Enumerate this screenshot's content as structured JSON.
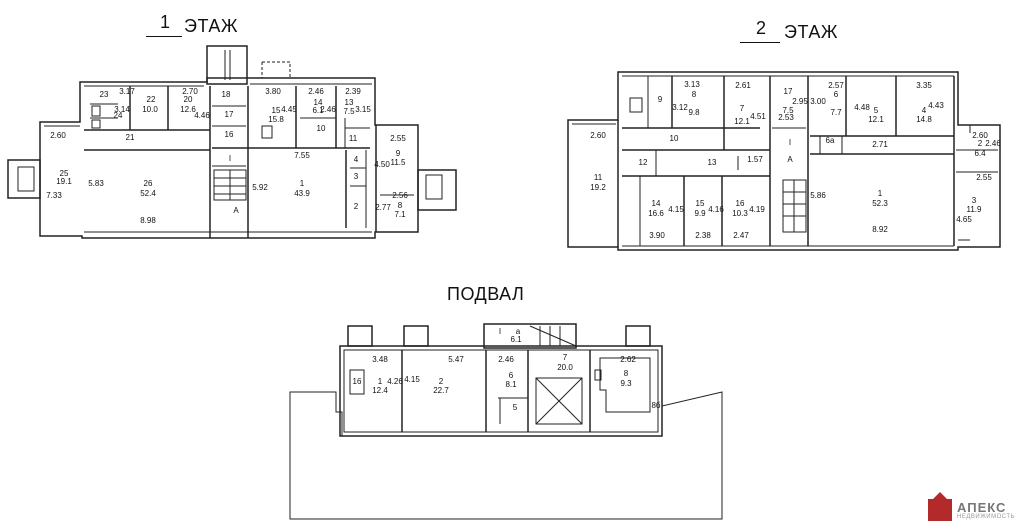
{
  "headings": {
    "floor1_number": "1",
    "floor1_word": "ЭТАЖ",
    "floor2_number": "2",
    "floor2_word": "ЭТАЖ",
    "basement": "ПОДВАЛ"
  },
  "floor1": {
    "labels": [
      "23",
      "3.17",
      "22",
      "10.0",
      "2.70",
      "20",
      "12.6",
      "4.46",
      "3.14",
      "24",
      "21",
      "2.60",
      "25",
      "19.1",
      "7.33",
      "5.83",
      "26",
      "52.4",
      "8.98",
      "18",
      "17",
      "16",
      "3.80",
      "15",
      "15.8",
      "4.45",
      "2.46",
      "14",
      "6.1",
      "2.46",
      "2.39",
      "13",
      "7.5",
      "3.15",
      "10",
      "11",
      "7.55",
      "5.92",
      "1",
      "43.9",
      "4",
      "3",
      "2",
      "2.55",
      "9",
      "11.5",
      "4.50",
      "2.56",
      "2.77",
      "8",
      "7.1",
      "А",
      "I"
    ]
  },
  "floor2": {
    "labels": [
      "3.13",
      "8",
      "9.8",
      "9",
      "3.12",
      "2.61",
      "7",
      "12.1",
      "4.51",
      "17",
      "7.5",
      "2.95",
      "2.57",
      "6",
      "7.7",
      "3.00",
      "5",
      "12.1",
      "4.48",
      "3.35",
      "4",
      "14.8",
      "4.43",
      "10",
      "2.53",
      "6а",
      "2.71",
      "2.60",
      "2",
      "6.4",
      "2.46",
      "2.60",
      "11",
      "19.2",
      "12",
      "13",
      "1.57",
      "14",
      "16.6",
      "4.15",
      "15",
      "9.9",
      "4.16",
      "16",
      "10.3",
      "4.19",
      "3.90",
      "2.38",
      "2.47",
      "А",
      "I",
      "5.86",
      "1",
      "52.3",
      "8.92",
      "2.55",
      "3",
      "11.9",
      "4.65"
    ]
  },
  "basement": {
    "labels": [
      "а",
      "6.1",
      "I",
      "3.48",
      "5.47",
      "2.46",
      "7",
      "20.0",
      "2.62",
      "16",
      "1",
      "12.4",
      "4.26",
      "4.15",
      "2",
      "22.7",
      "6",
      "8.1",
      "5",
      "8",
      "9.3",
      "8б"
    ]
  },
  "logo": {
    "name": "АПЕКС",
    "sub": "НЕДВИЖИМОСТЬ"
  }
}
